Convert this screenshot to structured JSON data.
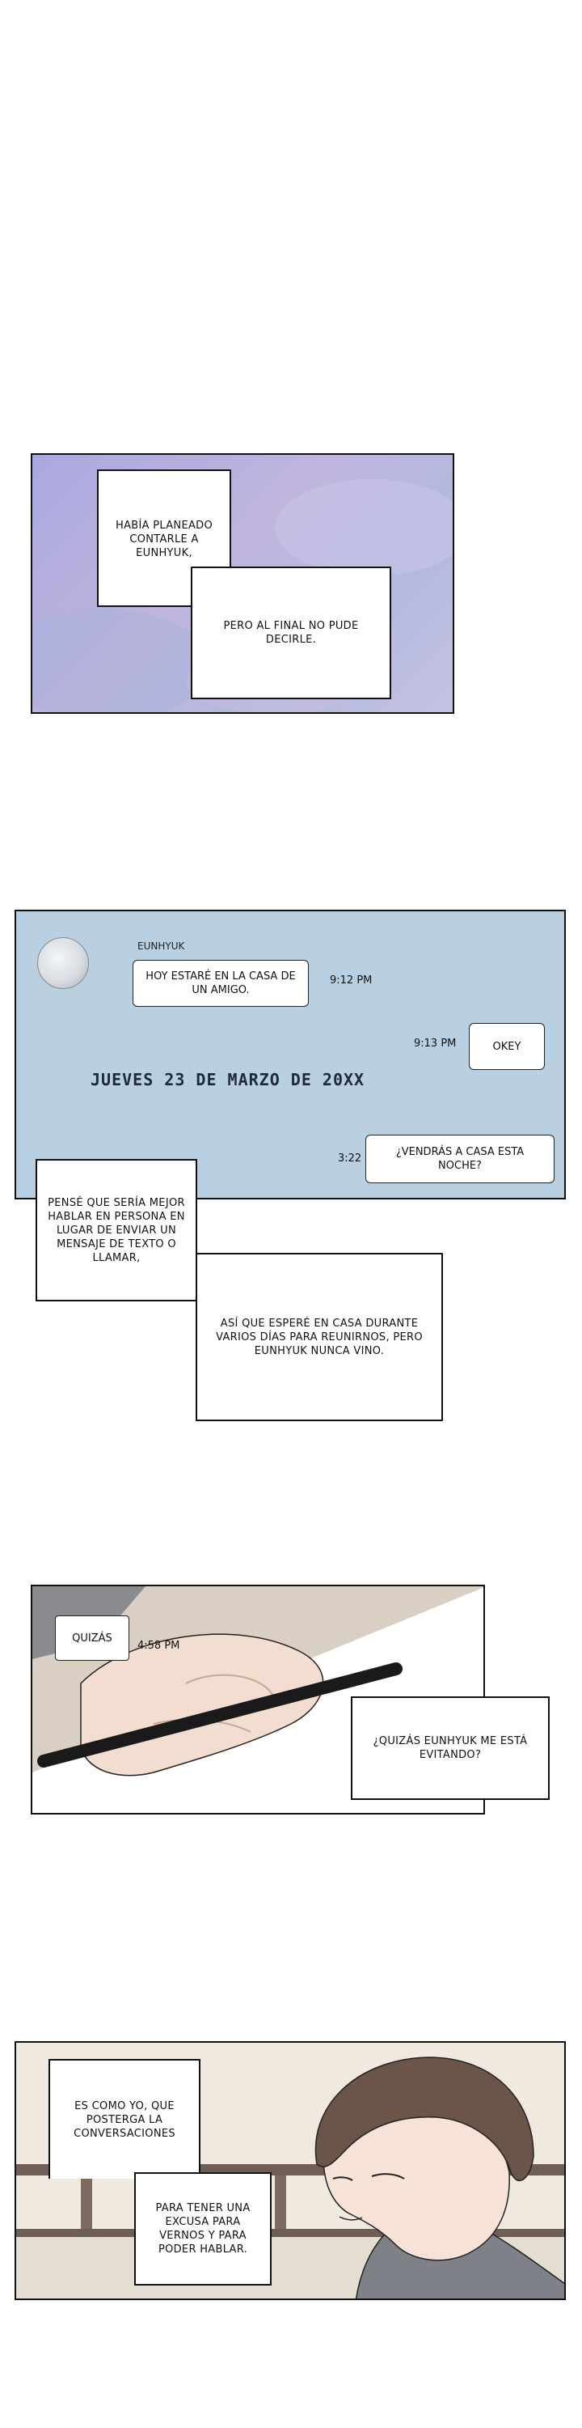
{
  "panel1": {
    "caption_top": "HABÍA PLANEADO CONTARLE A EUNHYUK,",
    "caption_bottom": "PERO AL FINAL NO PUDE DECIRLE."
  },
  "chat": {
    "sender": "EUNHYUK",
    "messages": [
      {
        "text": "HOY ESTARÉ EN LA CASA DE UN AMIGO.",
        "time": "9:12 PM"
      },
      {
        "text": "OKEY",
        "time": "9:13 PM"
      },
      {
        "text": "¿VENDRÁS A CASA ESTA NOCHE?",
        "time": "3:22 PM"
      }
    ],
    "date_label": "JUEVES 23 DE MARZO DE 20XX"
  },
  "captions2": {
    "left": "PENSÉ QUE SERÍA MEJOR HABLAR EN PERSONA EN LUGAR DE ENVIAR UN MENSAJE DE TEXTO O LLAMAR,",
    "right": "ASÍ QUE ESPERÉ EN CASA DURANTE VARIOS DÍAS PARA REUNIRNOS, PERO EUNHYUK NUNCA VINO."
  },
  "panel3": {
    "message": "QUIZÁS",
    "time": "4:58 PM",
    "caption": "¿QUIZÁS EUNHYUK ME ESTÁ EVITANDO?"
  },
  "panel4": {
    "caption_top": "ES COMO YO, QUE POSTERGA LA CONVERSACIONES",
    "caption_bottom": "PARA TENER UNA EXCUSA PARA VERNOS Y PARA PODER HABLAR."
  },
  "colors": {
    "lavender": "#b7b5df",
    "chat_blue": "#b8d0e2",
    "ink": "#111111"
  }
}
